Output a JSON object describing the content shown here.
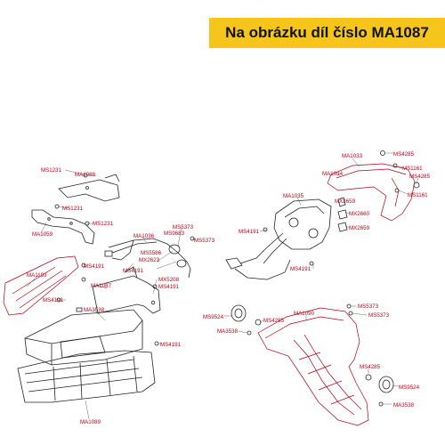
{
  "banner": {
    "text": "Na obrázku díl číslo MA1087",
    "color": "#f6c51b"
  },
  "labels": {
    "MS1231_top": "MS1231",
    "MA1088": "MA1088",
    "MS1231_a": "MS1231",
    "MS1231_b": "MS1231",
    "MA1059": "MA1059",
    "MA1193": "MA1193",
    "MS4191_a": "MS4191",
    "MA1087": "MA1087",
    "MS4191_b": "MS4191",
    "MA3538_left": "MA3538",
    "MA1036": "MA1036",
    "MS5373_a": "MS5373",
    "MS9683": "MS9683",
    "MS5373_b": "MS5373",
    "MS5586": "MS5586",
    "MX2623": "MX2623",
    "MS4191_c": "MS4191",
    "MX5208": "MX5208",
    "MS4191_d": "MS4191",
    "MS4191_e": "MS4191",
    "MA1089": "MA1089",
    "MA1033": "MA1033",
    "MA1034": "MA1034",
    "MS4285_a": "MS4285",
    "MS1161_a": "MS1161",
    "MS4285_b": "MS4285",
    "MS1161_b": "MS1161",
    "MA1035": "MA1035",
    "MX2659_a": "MX2659",
    "MX2660": "MX2660",
    "MX2659_b": "MX2659",
    "MS4191_f": "MS4191",
    "MS4191_g": "MS4191",
    "MS5373_c": "MS5373",
    "MS5373_d": "MS5373",
    "MS9524_left": "MS9524",
    "MS4285_c": "MS4285",
    "MA1090": "MA1090",
    "MA3538_mid": "MA3538",
    "MS4285_d": "MS4285",
    "MS9524_right": "MS9524",
    "MA3538_right": "MA3538"
  }
}
